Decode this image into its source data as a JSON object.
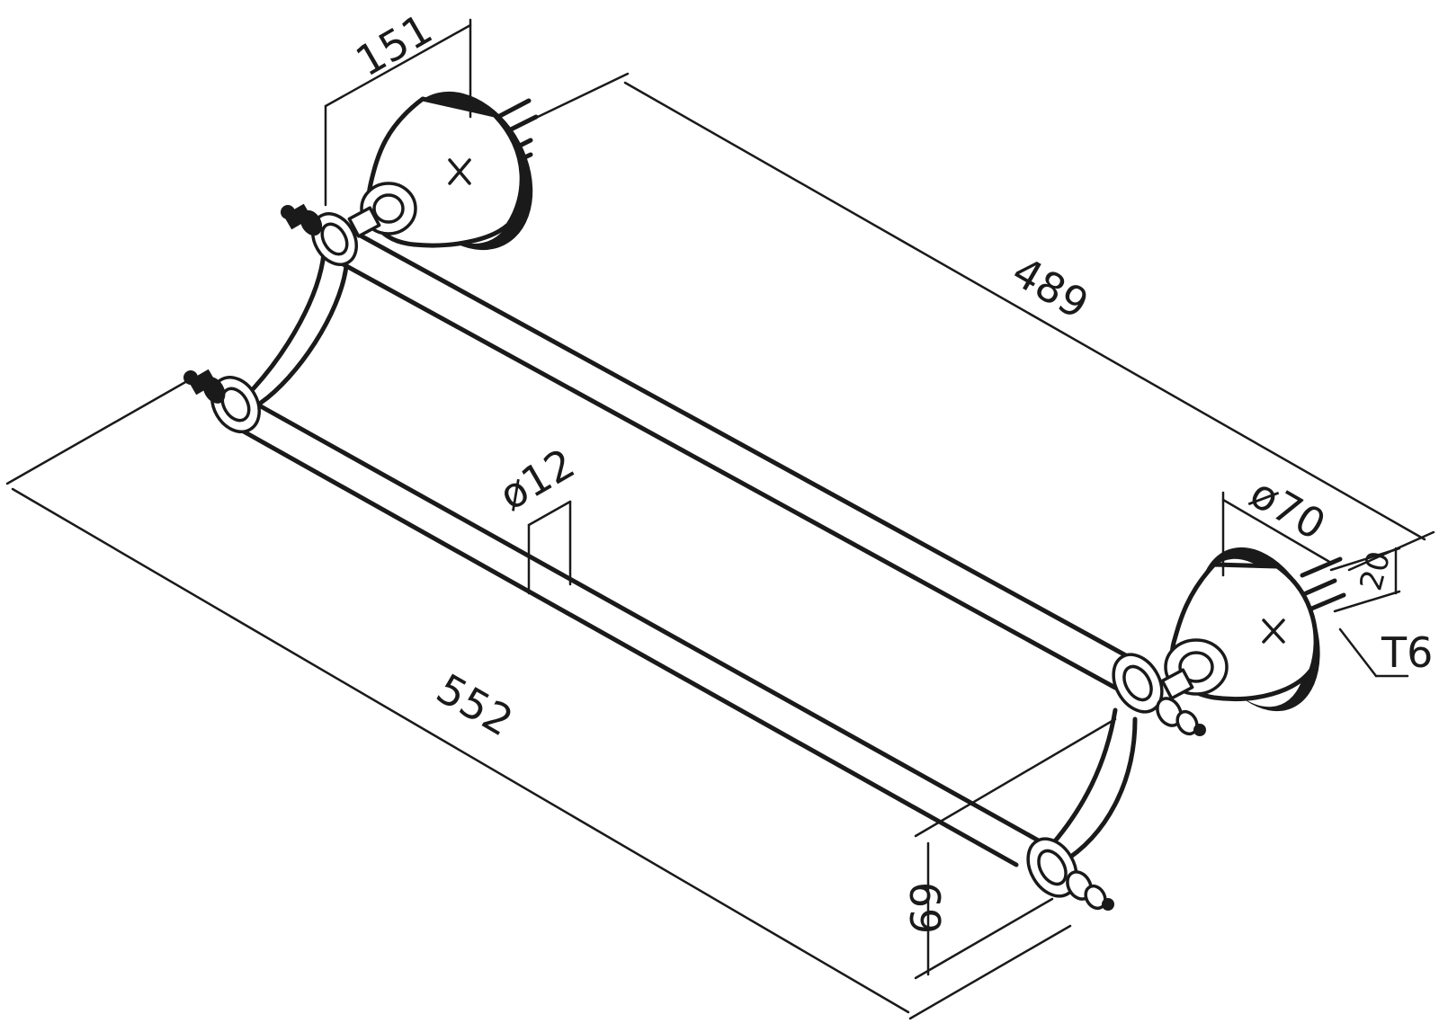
{
  "drawing": {
    "dimensions": {
      "depth_top": "151",
      "length_top": "489",
      "bar_diameter": "ø12",
      "overall_length": "552",
      "flange_diameter": "ø70",
      "flange_thickness": "20",
      "screw": "T6",
      "bar_spacing": "69"
    },
    "colors": {
      "line": "#1a1a1a",
      "background": "#ffffff"
    }
  }
}
